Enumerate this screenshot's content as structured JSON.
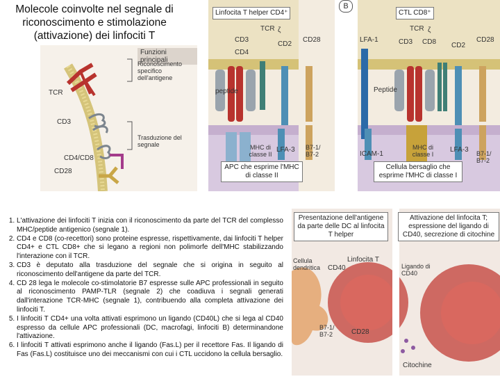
{
  "title": "Molecole coinvolte nel segnale di riconoscimento e stimolazione (attivazione) dei linfociti T",
  "panel_a": {
    "header": "Funzioni principali",
    "function_recognition": "Riconoscimento specifico dell'antigene",
    "function_transduction": "Trasduzione del segnale",
    "labels": {
      "tcr": "TCR",
      "cd3": "CD3",
      "cd4_cd8": "CD4/CD8",
      "cd28": "CD28"
    }
  },
  "panel_b": {
    "letter": "B",
    "left_header": "Linfocita T helper CD4⁺",
    "right_header": "CTL CD8⁺",
    "left_labels": {
      "tcr": "TCR",
      "zeta": "ζ",
      "cd3": "CD3",
      "cd4": "CD4",
      "cd2": "CD2",
      "cd28": "CD28",
      "peptide": "peptide",
      "mhc": "MHC di classe II",
      "lfa3": "LFA-3",
      "b7": "B7-1/ B7-2"
    },
    "right_labels": {
      "tcr": "TCR",
      "zeta": "ζ",
      "cd3": "CD3",
      "cd8": "CD8",
      "cd2": "CD2",
      "cd28": "CD28",
      "lfa1": "LFA-1",
      "peptide": "Peptide",
      "icam": "ICAM-1",
      "mhc": "MHC di classe I",
      "lfa3": "LFA-3",
      "b7": "B7-1/ B7-2"
    },
    "left_cell": "APC che esprime l'MHC di classe II",
    "right_cell": "Cellula bersaglio che esprime l'MHC di classe I"
  },
  "panel_c": {
    "left_header": "Presentazione dell'antigene da parte delle DC al linfocita T helper",
    "right_header": "Attivazione del linfocita T; espressione del ligando di CD40, secrezione di citochine",
    "labels": {
      "dc": "Cellula dendritica",
      "cd40": "CD40",
      "tcell": "Linfocita T",
      "b7": "B7-1/ B7-2",
      "cd28": "CD28",
      "ligand": "Ligando di CD40",
      "cytokines": "Citochine"
    }
  },
  "list": [
    "L'attivazione dei linfociti T inizia con il riconoscimento da parte del TCR del complesso MHC/peptide antigenico (segnale 1).",
    "CD4 e CD8 (co-recettori) sono proteine espresse, rispettivamente, dai linfociti T helper CD4+ e CTL CD8+ che si legano a regioni non polimorfe dell'MHC stabilizzando l'interazione con il TCR.",
    "CD3 è deputato alla trasduzione del segnale che si origina in seguito al riconoscimento dell'antigene da parte del TCR.",
    "CD 28 lega le molecole co-stimolatorie B7 espresse sulle APC professionali in seguito al riconoscimento PAMP-TLR (segnale 2) che coadiuva i segnali generati dall'interazione TCR-MHC (segnale 1), contribuendo alla completa attivazione dei linfociti T.",
    "I linfociti T CD4+ una volta attivati esprimono un ligando (CD40L) che si lega al CD40 espresso da cellule APC professionali (DC, macrofagi, linfociti B) determinandone l'attivazione.",
    "I linfociti T attivati esprimono anche il ligando (Fas.L) per il recettore Fas. Il ligando di Fas (Fas.L) costituisce uno dei meccanismi con cui i CTL uccidono la cellula bersaglio."
  ],
  "colors": {
    "membrane_tcell": "#c7b04a",
    "membrane_apc": "#b9a0c9",
    "tcr": "#b8332e",
    "cd3": "#9aa4ad",
    "cd4": "#3f7f76",
    "cd2": "#4e8fb5",
    "cd28": "#cda35e",
    "mhc_ii": "#8bb1ce",
    "mhc_i": "#c7a23a",
    "apc_cell": "#e4a56d",
    "tcell_body": "#c8524b"
  }
}
